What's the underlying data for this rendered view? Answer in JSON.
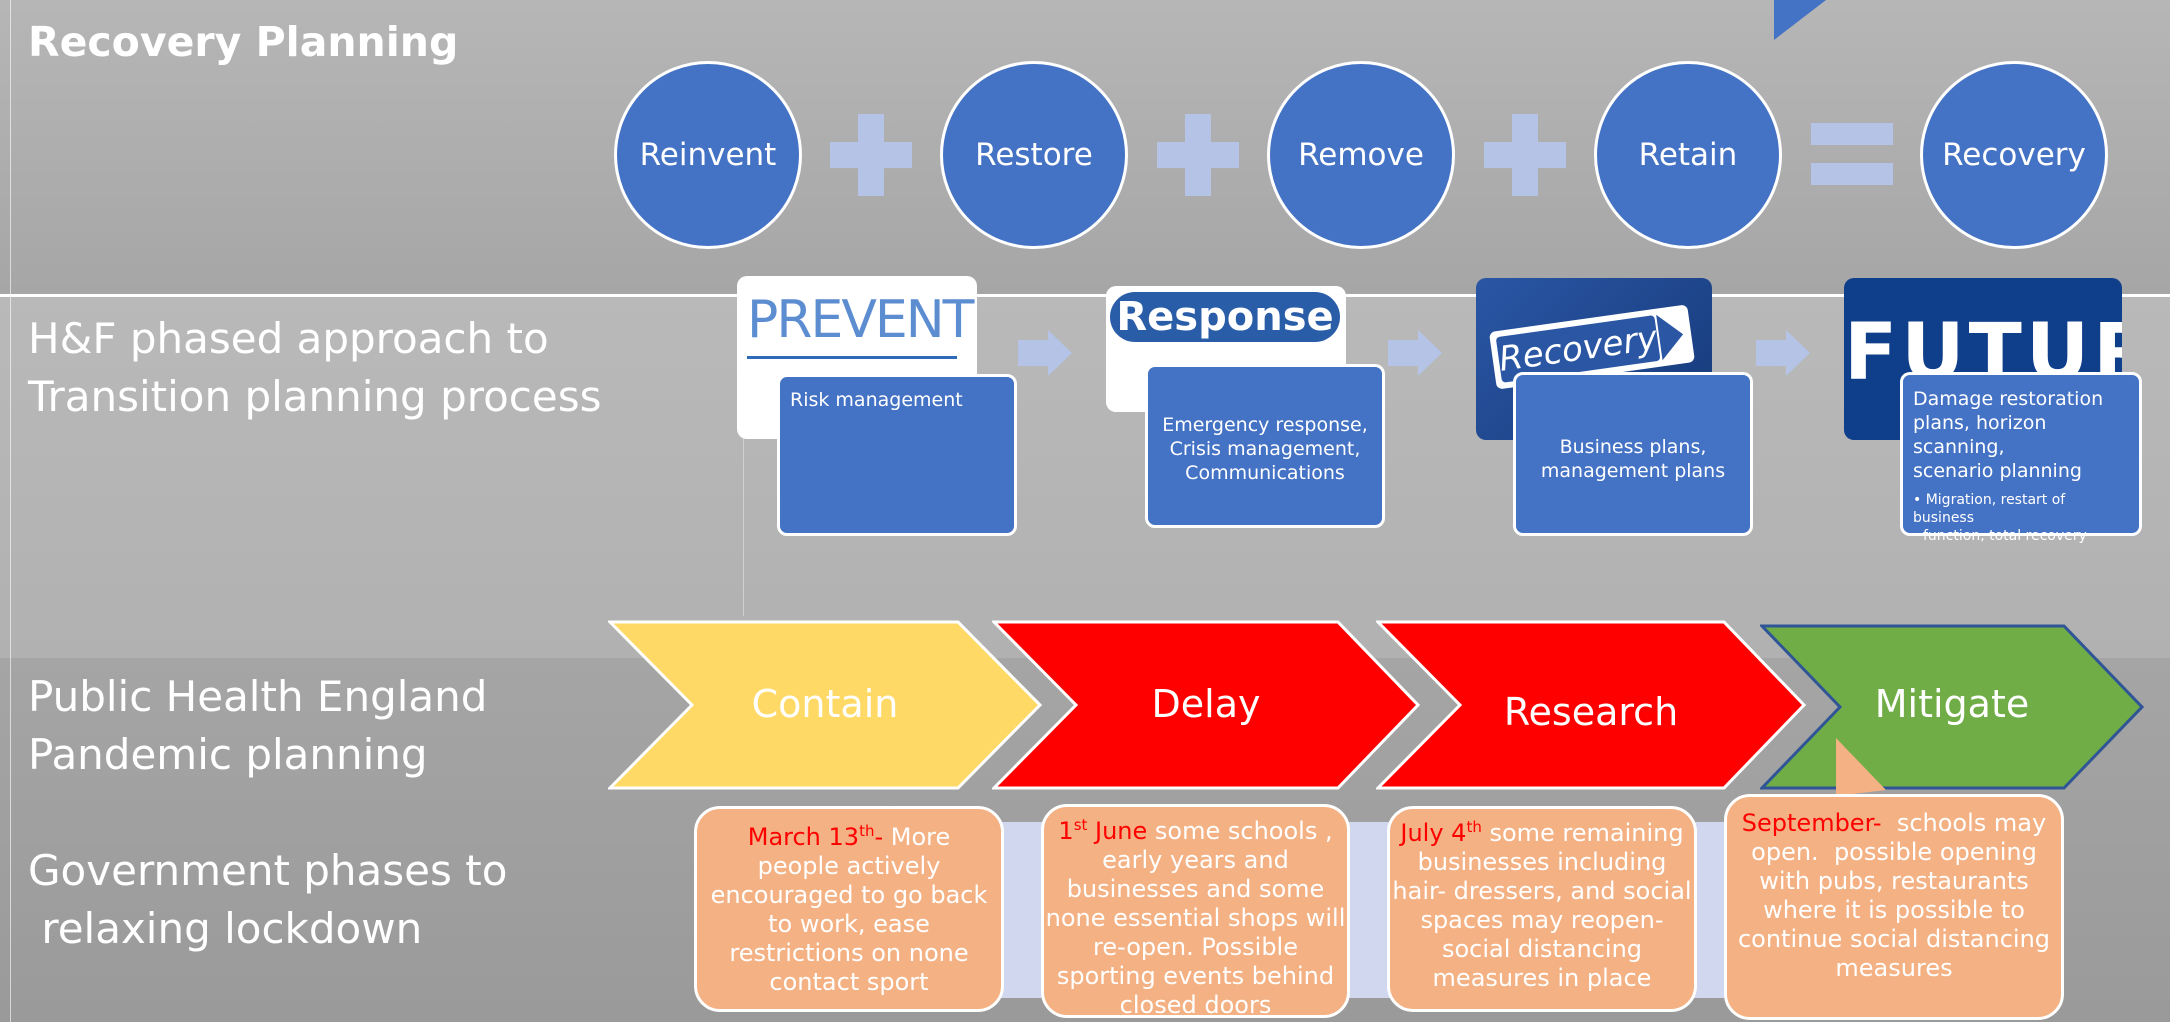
{
  "title": "Recovery Planning",
  "sections": {
    "transition_line1": "H&F phased approach to",
    "transition_line2": "Transition planning process",
    "phe_line1": "Public Health England",
    "phe_line2": "Pandemic planning",
    "gov_line1": "Government phases to",
    "gov_line2": " relaxing lockdown"
  },
  "equation": {
    "terms": [
      "Reinvent",
      "Restore",
      "Remove",
      "Retain"
    ],
    "result": "Recovery"
  },
  "transition_cards": {
    "images": [
      "PREVENTION",
      "Response",
      "Recovery",
      "FUTURE"
    ],
    "boxes": {
      "b1": "Risk management",
      "b2_l1": "Emergency response,",
      "b2_l2": "Crisis management,",
      "b2_l3": "Communications",
      "b3_l1": "Business plans,",
      "b3_l2": "management plans",
      "b4_l1": "Damage restoration",
      "b4_l2": "plans, horizon scanning,",
      "b4_l3": "scenario planning",
      "b4_bullet_l1": "• Migration, restart of business",
      "b4_bullet_l2": "function, total recovery"
    }
  },
  "phe_phases": [
    "Contain",
    "Delay",
    "Research",
    "Mitigate"
  ],
  "gov_phases": {
    "p1_date": "March 13",
    "p1_sup": "th",
    "p1_dash": "- ",
    "p1_l1": "More",
    "p1_l2": "people actively",
    "p1_l3": "encouraged to go back",
    "p1_l4": "to work, ease",
    "p1_l5": "restrictions on none",
    "p1_l6": "contact sport",
    "p2_num": "1",
    "p2_sup": "st",
    "p2_month": " June",
    "p2_l1": " some schools ,",
    "p2_l2": "early years and",
    "p2_l3": "businesses and some",
    "p2_l4": "none essential shops will",
    "p2_l5": "re-open. Possible",
    "p2_l6": "sporting events behind",
    "p2_l7": "closed doors",
    "p3_date": "July 4",
    "p3_sup": "th",
    "p3_l1": " some remaining",
    "p3_l2": "businesses including",
    "p3_l3": "hair- dressers, and social",
    "p3_l4": "spaces may reopen-",
    "p3_l5": "social distancing",
    "p3_l6": "measures in place",
    "p4_date": "September",
    "p4_dash": "-",
    "p4_l1": "  schools may",
    "p4_l2": "open.  possible opening",
    "p4_l3": "with pubs, restaurants",
    "p4_l4": "where it is possible to",
    "p4_l5": "continue social distancing",
    "p4_l6": "measures"
  },
  "colors": {
    "blue": "#4472c4",
    "contain": "#ffd966",
    "delay": "#ff0000",
    "research": "#ff0000",
    "mitigate": "#70ad47",
    "orange": "#f4b183"
  }
}
